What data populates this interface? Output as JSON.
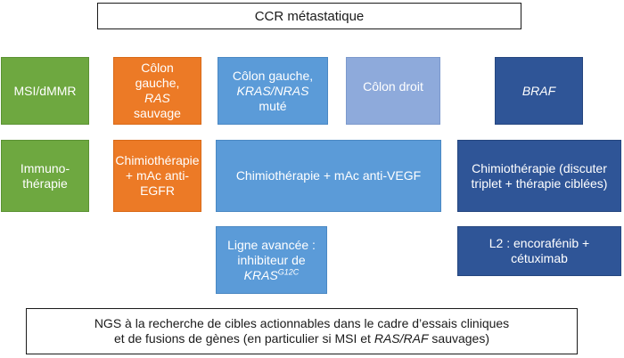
{
  "top": {
    "title": "CCR métastatique"
  },
  "row1": {
    "msi": "MSI/dMMR",
    "colon_gauche_ras_a": "Côlon gauche,",
    "colon_gauche_ras_b": "RAS",
    "colon_gauche_ras_c": "sauvage",
    "colon_gauche_kras_a": "Côlon gauche,",
    "colon_gauche_kras_b": "KRAS/NRAS",
    "colon_gauche_kras_c": "muté",
    "colon_droit": "Côlon droit",
    "braf": "BRAF"
  },
  "row2": {
    "immuno": "Immuno-thérapie",
    "chimio_egfr": "Chimiothérapie + mAc anti-EGFR",
    "chimio_vegf": "Chimiothérapie + mAc anti-VEGF",
    "chimio_braf": "Chimiothérapie (discuter triplet + thérapie ciblées)"
  },
  "row3": {
    "ligne_a": "Ligne avancée : inhibiteur de",
    "ligne_b": "KRAS",
    "ligne_sup": "G12C",
    "l2": "L2 : encorafénib + cétuximab"
  },
  "bottom": {
    "ngs_line1": "NGS à la recherche de cibles actionnables dans le cadre d’essais cliniques",
    "ngs_line2a": "et de fusions de gènes (en particulier si MSI et",
    "ngs_line2b": "RAS/RAF",
    "ngs_line2c": "sauvages)"
  },
  "colors": {
    "green": "#6ea840",
    "orange": "#ec7a26",
    "blue": "#5b9bd8",
    "light_blue": "#8eaadb",
    "navy": "#2f5597"
  }
}
